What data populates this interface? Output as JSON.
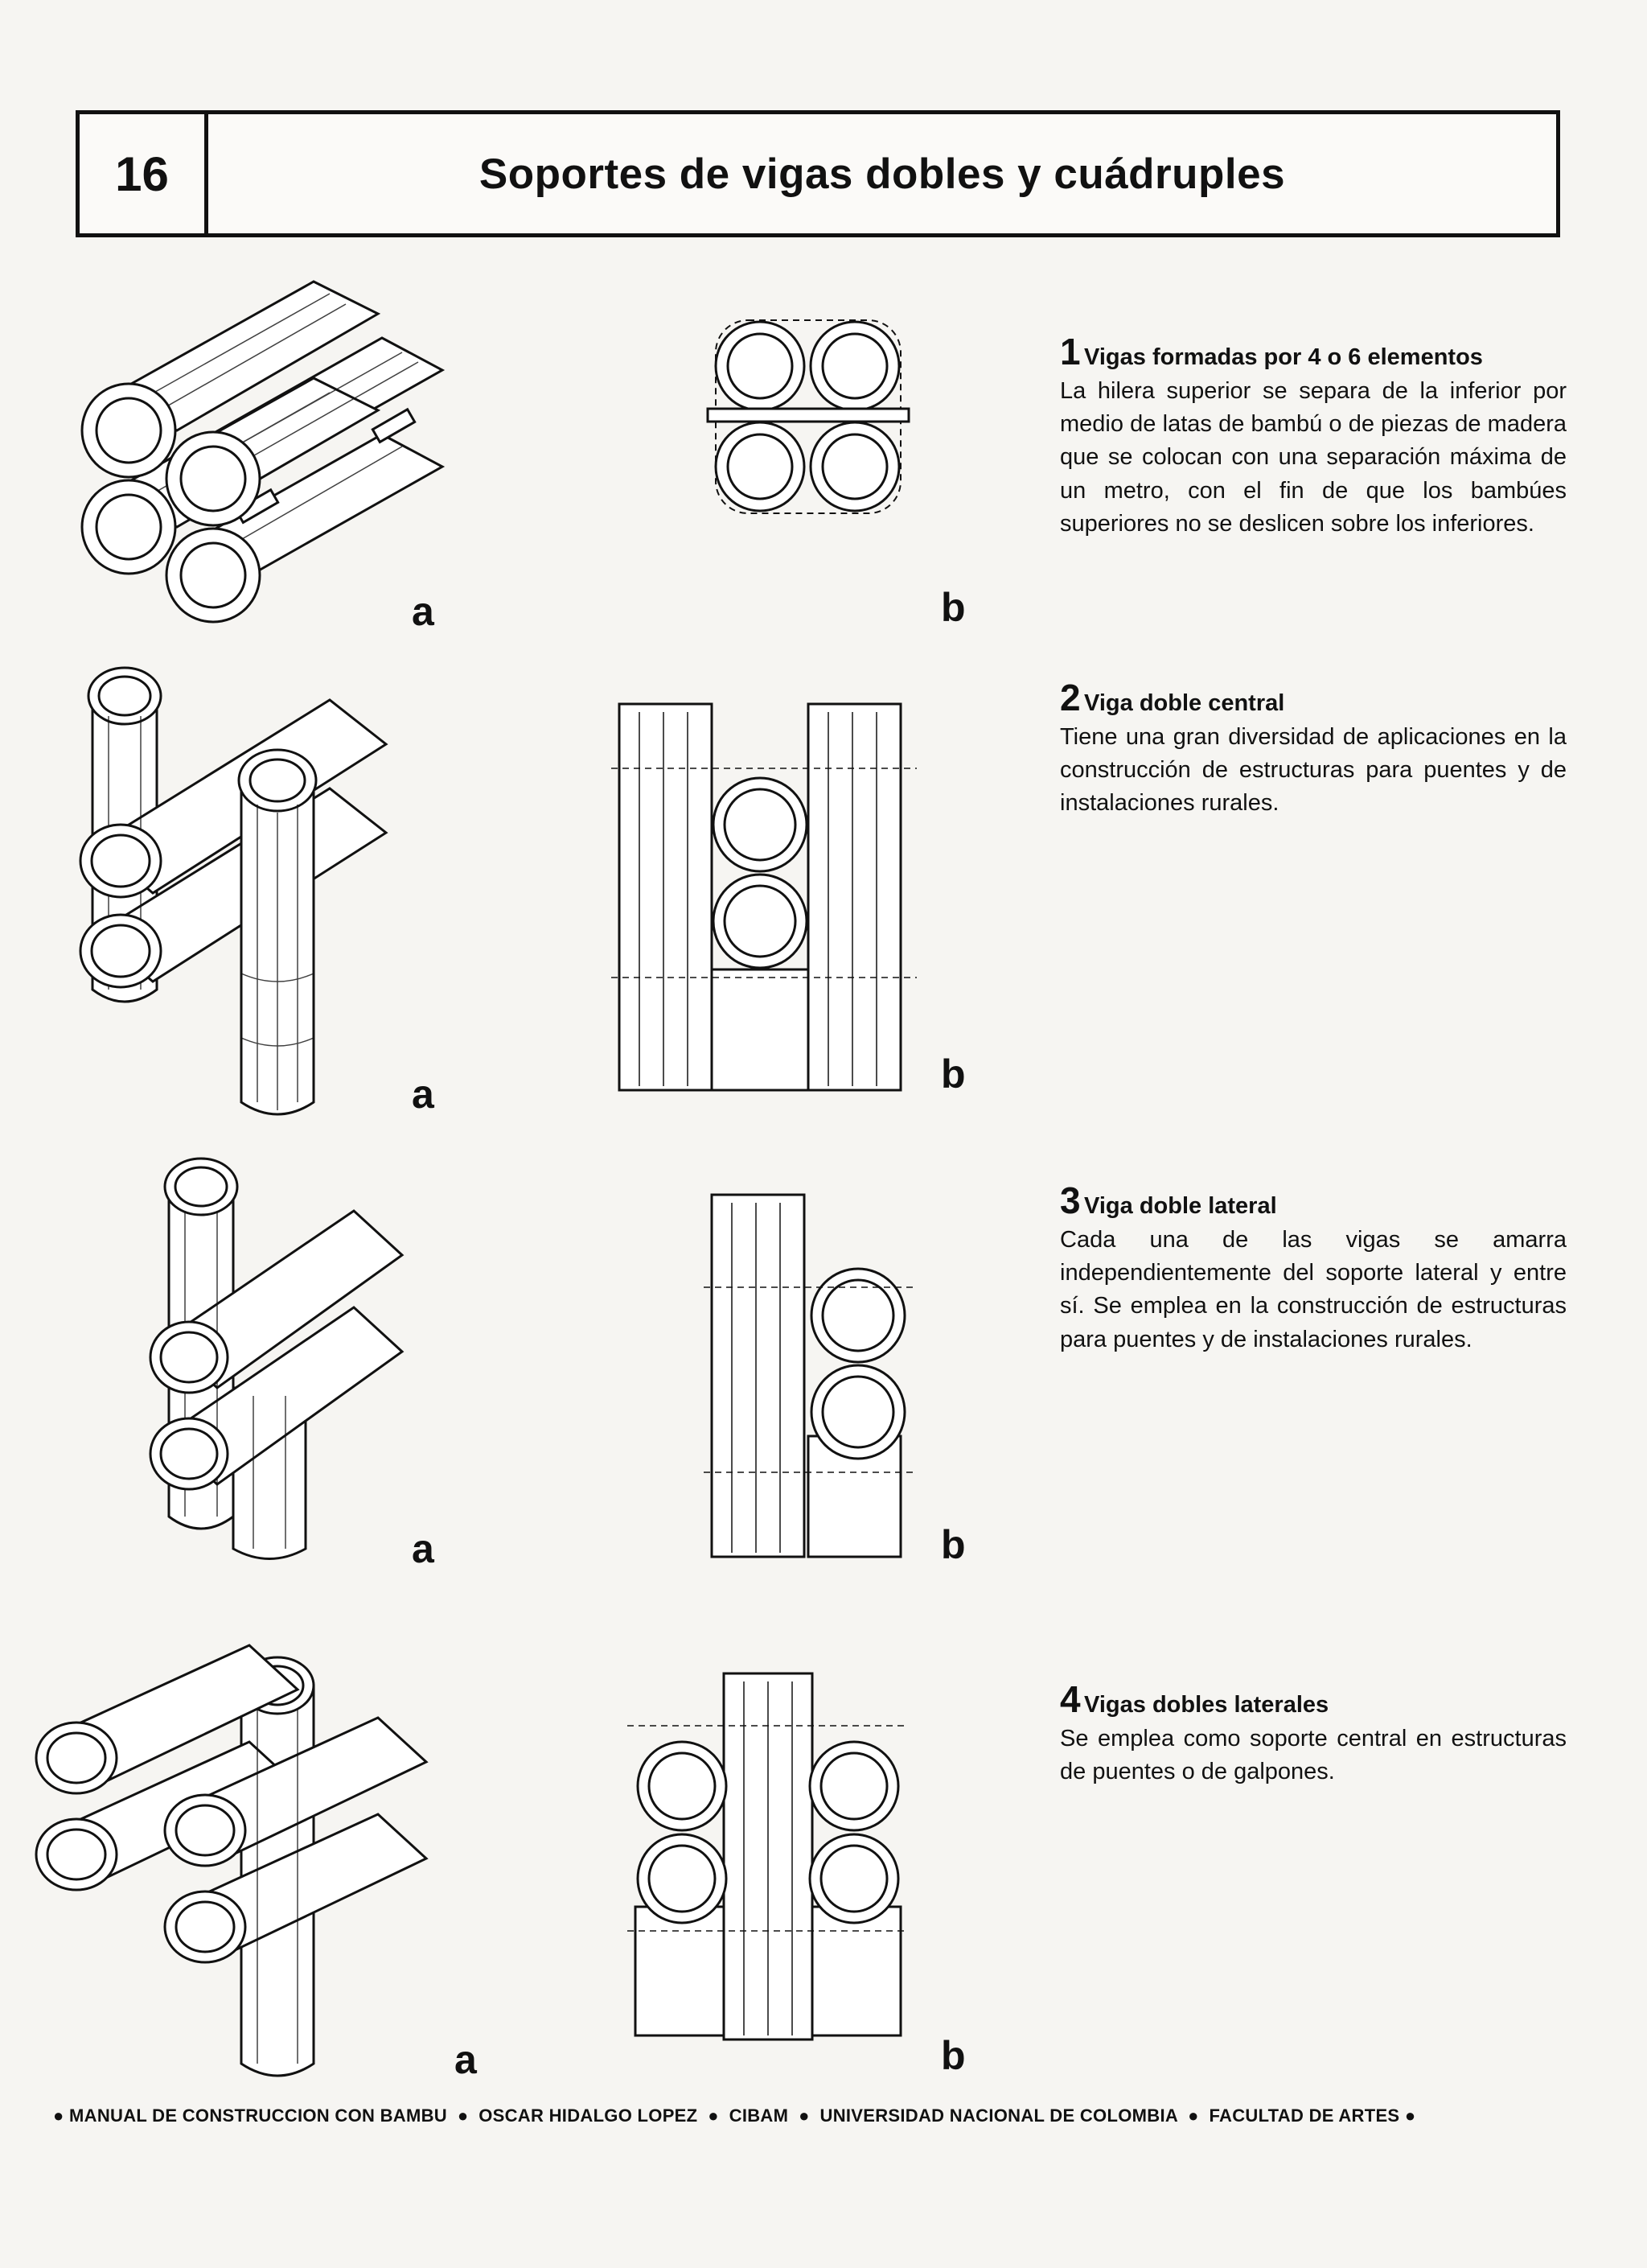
{
  "header": {
    "page_number": "16",
    "title": "Soportes de vigas dobles y cuádruples"
  },
  "figures": {
    "label_a": "a",
    "label_b": "b"
  },
  "sections": [
    {
      "number": "1",
      "heading": "Vigas formadas por 4 o 6 elementos",
      "body": "La hilera superior se separa de la inferior por medio de latas de bambú o de piezas de madera que se colocan con una separación máxima de un metro, con el fin de que los bambúes superiores no se deslicen sobre los inferiores."
    },
    {
      "number": "2",
      "heading": "Viga doble central",
      "body": "Tiene una gran diversidad de aplicaciones en la construcción de estructuras para puentes y de instalaciones rurales."
    },
    {
      "number": "3",
      "heading": "Viga doble lateral",
      "body": "Cada una de las vigas se amarra independientemente del soporte lateral y entre sí. Se emplea en la construcción de estructuras para puentes y de instalaciones rurales."
    },
    {
      "number": "4",
      "heading": "Vigas dobles laterales",
      "body": "Se emplea como soporte central en estructuras de puentes o de galpones."
    }
  ],
  "footer": {
    "items": [
      "MANUAL DE CONSTRUCCION CON BAMBU",
      "OSCAR HIDALGO LOPEZ",
      "CIBAM",
      "UNIVERSIDAD NACIONAL DE COLOMBIA",
      "FACULTAD DE ARTES"
    ]
  }
}
